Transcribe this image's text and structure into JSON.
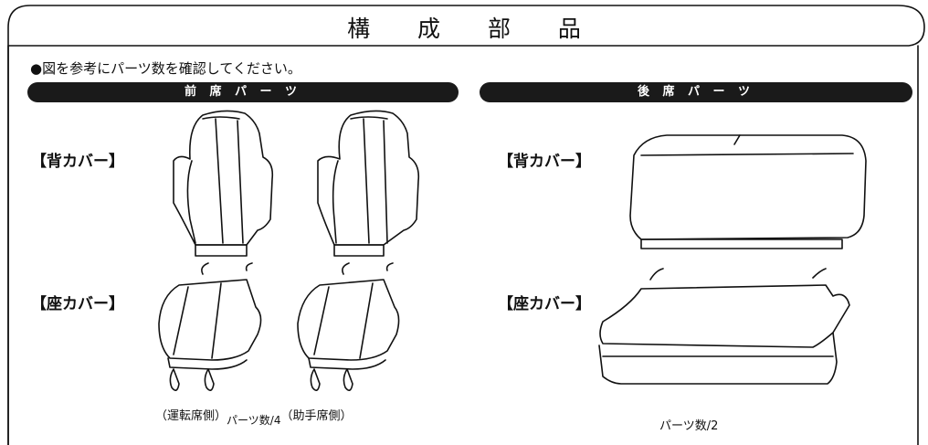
{
  "title": "構 成 部 品",
  "intro": "●図を参考にパーツ数を確認してください。",
  "front": {
    "header": "前 席 パ ー ツ",
    "back_label": "【背カバー】",
    "seat_label": "【座カバー】",
    "caption_left": "（運転席側）",
    "caption_count": "パーツ数/4",
    "caption_right": "（助手席側）"
  },
  "rear": {
    "header": "後 席 パ ー ツ",
    "back_label": "【背カバー】",
    "seat_label": "【座カバー】",
    "caption_count": "パーツ数/2"
  }
}
